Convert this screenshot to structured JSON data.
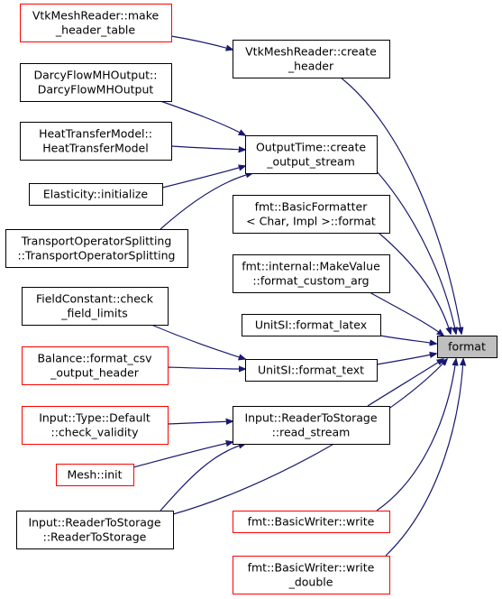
{
  "colors": {
    "edge": "#191970",
    "border_linked": "#ff0000",
    "border_plain": "#000000",
    "focus_fill": "#bfbfbf",
    "node_fill": "#ffffff"
  },
  "nodes": {
    "vtk_make_header_table": {
      "lines": [
        "VtkMeshReader::make",
        "_header_table"
      ],
      "style": "red"
    },
    "vtk_create_header": {
      "lines": [
        "VtkMeshReader::create",
        "_header"
      ],
      "style": "black"
    },
    "darcy_output": {
      "lines": [
        "DarcyFlowMHOutput::",
        "DarcyFlowMHOutput"
      ],
      "style": "black"
    },
    "heat_transfer": {
      "lines": [
        "HeatTransferModel::",
        "HeatTransferModel"
      ],
      "style": "black"
    },
    "output_time_create": {
      "lines": [
        "OutputTime::create",
        "_output_stream"
      ],
      "style": "black"
    },
    "elasticity_init": {
      "lines": [
        "Elasticity::initialize"
      ],
      "style": "black"
    },
    "fmt_basic_formatter": {
      "lines": [
        "fmt::BasicFormatter",
        "< Char, Impl >::format"
      ],
      "style": "black"
    },
    "transport_splitting": {
      "lines": [
        "TransportOperatorSplitting",
        "::TransportOperatorSplitting"
      ],
      "style": "black"
    },
    "fmt_make_value": {
      "lines": [
        "fmt::internal::MakeValue",
        "::format_custom_arg"
      ],
      "style": "black"
    },
    "field_constant": {
      "lines": [
        "FieldConstant::check",
        "_field_limits"
      ],
      "style": "black"
    },
    "unitsi_latex": {
      "lines": [
        "UnitSI::format_latex"
      ],
      "style": "black"
    },
    "format": {
      "lines": [
        "format"
      ],
      "style": "focus"
    },
    "balance_csv": {
      "lines": [
        "Balance::format_csv",
        "_output_header"
      ],
      "style": "red"
    },
    "unitsi_text": {
      "lines": [
        "UnitSI::format_text"
      ],
      "style": "black"
    },
    "input_default": {
      "lines": [
        "Input::Type::Default",
        "::check_validity"
      ],
      "style": "red"
    },
    "reader_read_stream": {
      "lines": [
        "Input::ReaderToStorage",
        "::read_stream"
      ],
      "style": "black"
    },
    "mesh_init": {
      "lines": [
        "Mesh::init"
      ],
      "style": "red"
    },
    "reader_ctor": {
      "lines": [
        "Input::ReaderToStorage",
        "::ReaderToStorage"
      ],
      "style": "black"
    },
    "fmt_write": {
      "lines": [
        "fmt::BasicWriter::write"
      ],
      "style": "red"
    },
    "fmt_write_double": {
      "lines": [
        "fmt::BasicWriter::write",
        "_double"
      ],
      "style": "red"
    }
  },
  "edges": [
    {
      "from": "vtk_make_header_table",
      "to": "vtk_create_header"
    },
    {
      "from": "vtk_create_header",
      "to": "format"
    },
    {
      "from": "darcy_output",
      "to": "output_time_create"
    },
    {
      "from": "heat_transfer",
      "to": "output_time_create"
    },
    {
      "from": "elasticity_init",
      "to": "output_time_create"
    },
    {
      "from": "transport_splitting",
      "to": "output_time_create"
    },
    {
      "from": "output_time_create",
      "to": "format"
    },
    {
      "from": "fmt_basic_formatter",
      "to": "format"
    },
    {
      "from": "fmt_make_value",
      "to": "format"
    },
    {
      "from": "unitsi_latex",
      "to": "format"
    },
    {
      "from": "field_constant",
      "to": "unitsi_text"
    },
    {
      "from": "balance_csv",
      "to": "unitsi_text"
    },
    {
      "from": "unitsi_text",
      "to": "format"
    },
    {
      "from": "input_default",
      "to": "reader_read_stream"
    },
    {
      "from": "mesh_init",
      "to": "reader_read_stream"
    },
    {
      "from": "reader_ctor",
      "to": "reader_read_stream"
    },
    {
      "from": "reader_read_stream",
      "to": "format"
    },
    {
      "from": "reader_ctor",
      "to": "format"
    },
    {
      "from": "fmt_write",
      "to": "format"
    },
    {
      "from": "fmt_write_double",
      "to": "format"
    }
  ]
}
